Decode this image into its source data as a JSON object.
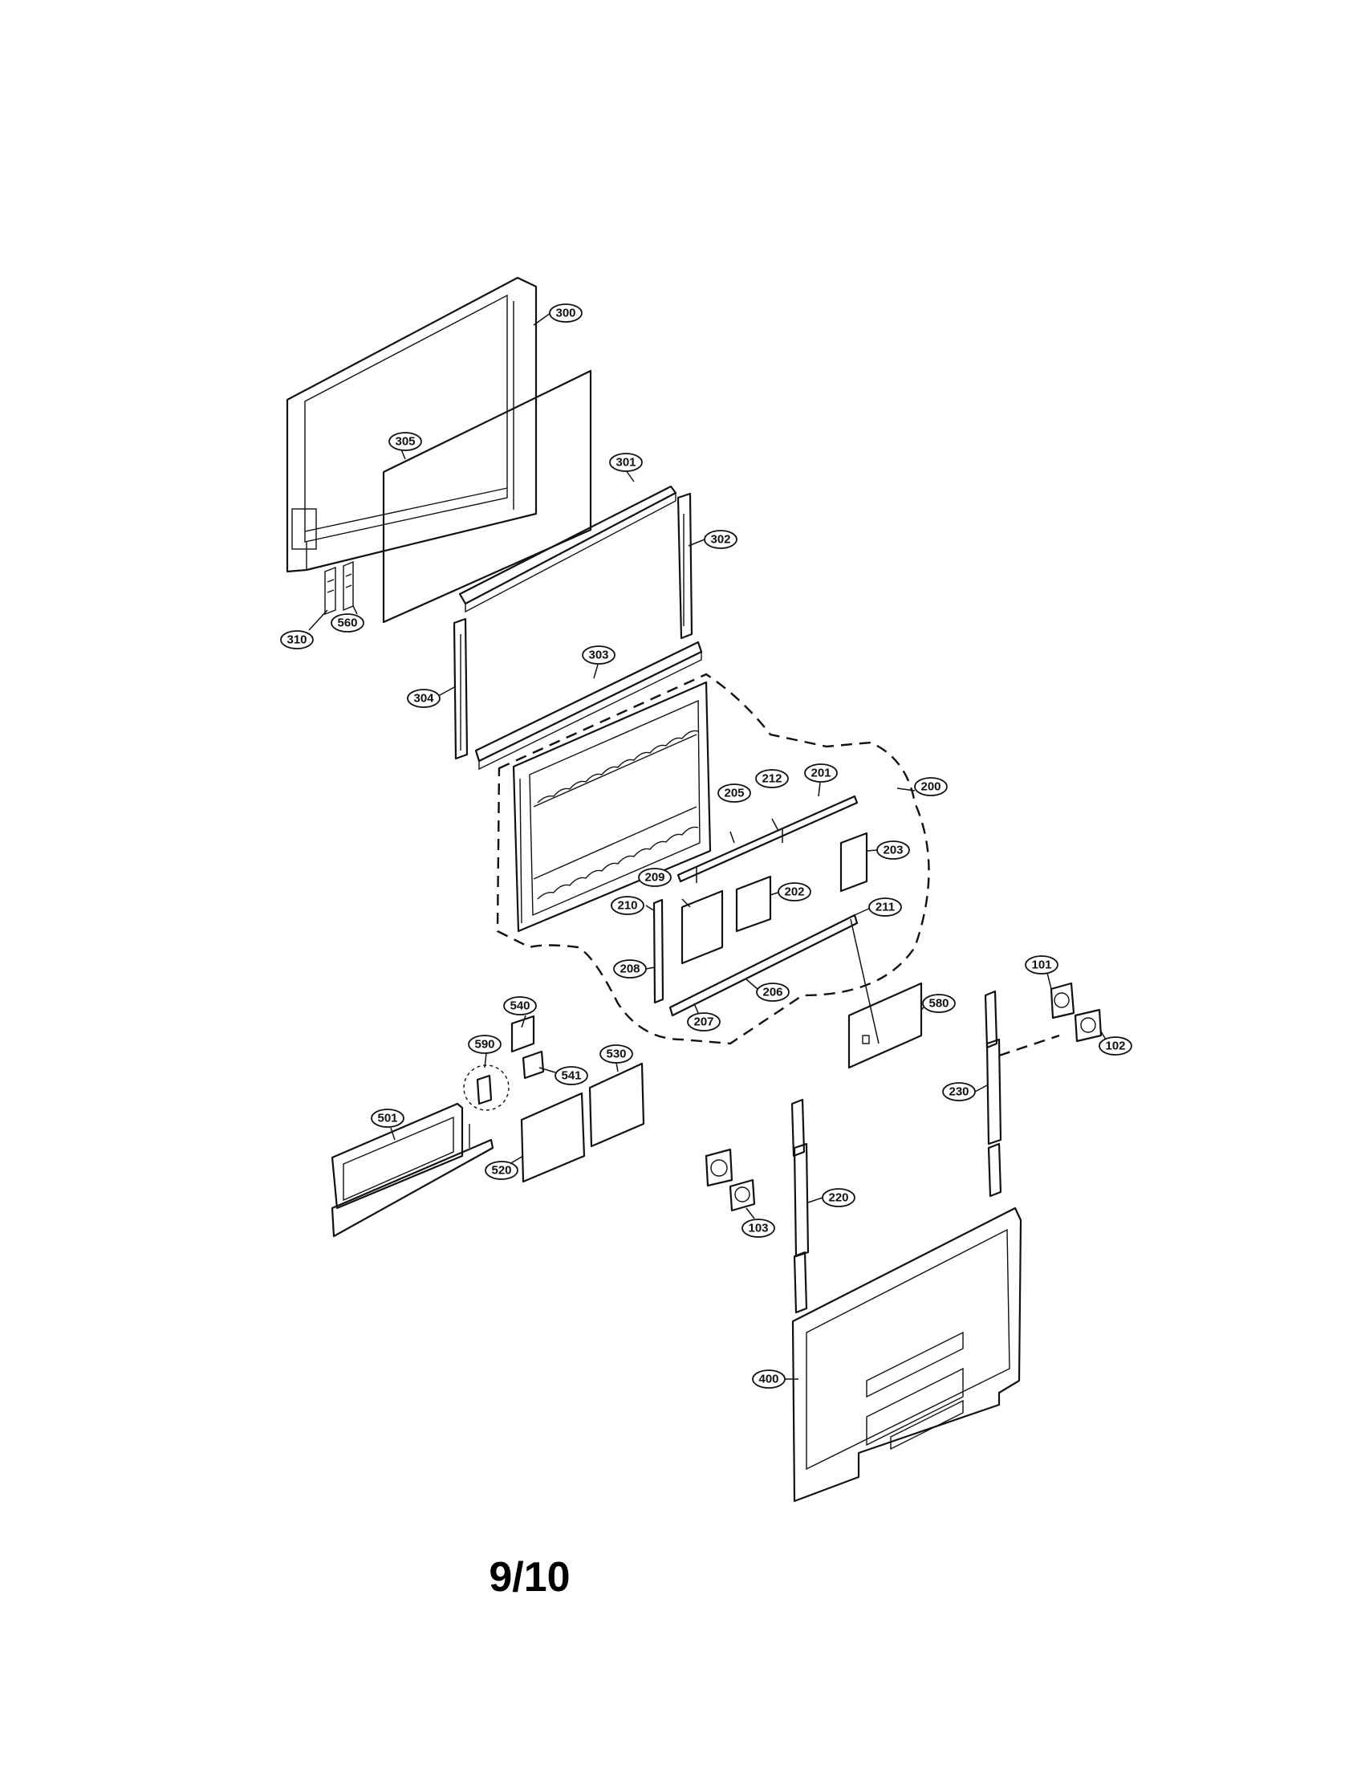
{
  "page_number": "9/10",
  "callouts": [
    "300",
    "305",
    "301",
    "302",
    "310",
    "560",
    "303",
    "304",
    "200",
    "201",
    "212",
    "205",
    "203",
    "209",
    "202",
    "211",
    "210",
    "208",
    "206",
    "207",
    "580",
    "101",
    "102",
    "230",
    "540",
    "590",
    "541",
    "530",
    "501",
    "520",
    "220",
    "103",
    "400"
  ]
}
